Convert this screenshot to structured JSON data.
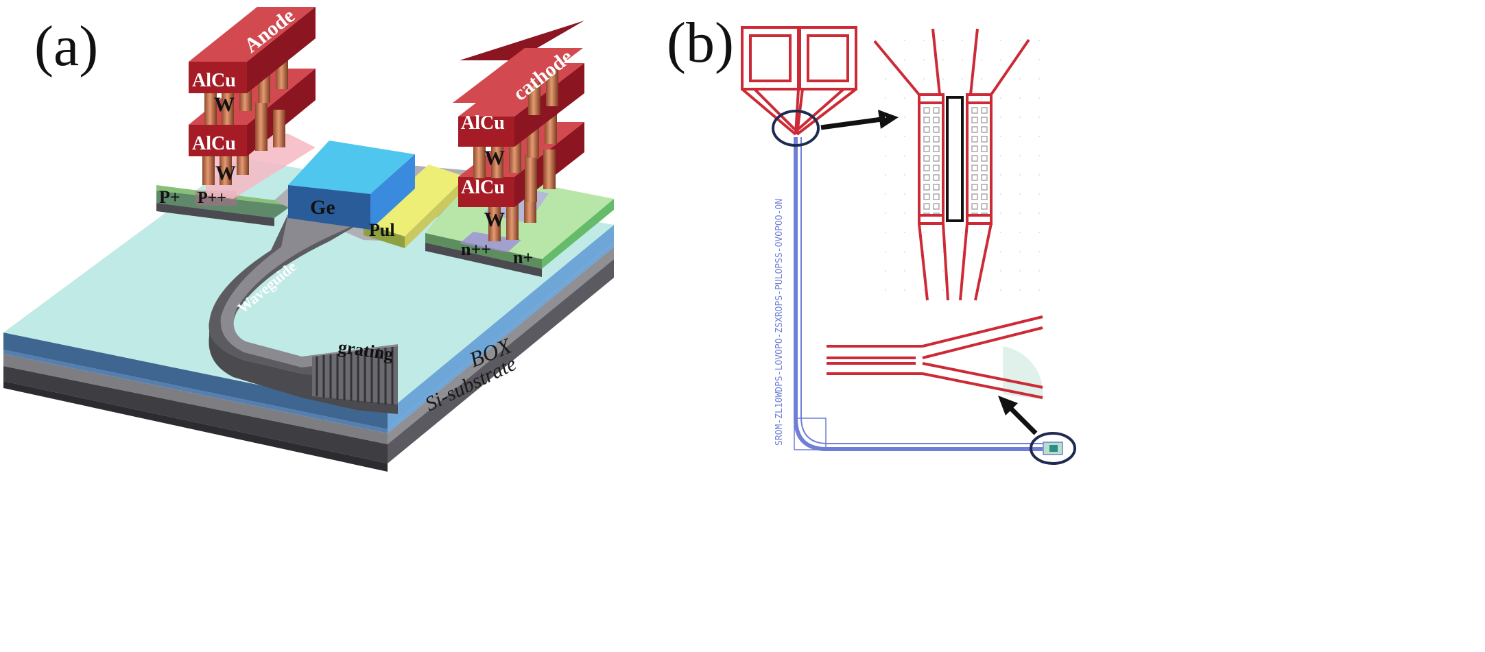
{
  "panel_a": {
    "label": "(a)",
    "anode": "Anode",
    "cathode": "cathode",
    "alcu": "AlCu",
    "w": "W",
    "p_plus": "P+",
    "p_plus_plus": "P++",
    "ge": "Ge",
    "pul": "Pul",
    "n_plus_plus": "n++",
    "n_plus": "n+",
    "waveguide": "Waveguide",
    "grating": "grating",
    "box": "BOX",
    "substrate": "Si-substrate"
  },
  "panel_b": {
    "label": "(b)",
    "layout_text": "SROM-ZL10WDPS-LOVOPO-ZSXROPS-PULOPSS-OVOPOO-ON"
  },
  "colors": {
    "metal_red": "#B22028",
    "via_copper": "#C8764E",
    "ge_blue": "#4FC6EE",
    "pul_yellow": "#EDEE76",
    "box_blue": "#6FA6D8",
    "box_top": "#BFEAE6",
    "layout_red": "#CC2A36",
    "layout_blue": "#6F7FD6"
  }
}
